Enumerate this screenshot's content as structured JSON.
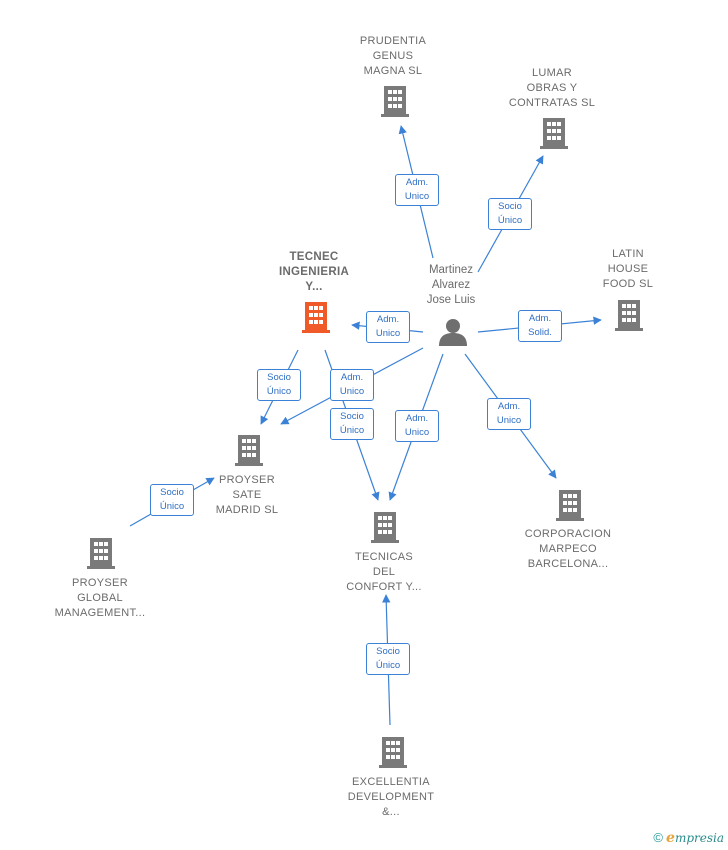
{
  "colors": {
    "edge": "#3b82d6",
    "building": "#7a7a7a",
    "focus": "#f05a28",
    "person": "#6f6f6f",
    "label": "#6b6b6b"
  },
  "person": {
    "label": "Martinez\nAlvarez\nJose Luis",
    "icon": "person-icon"
  },
  "companies": [
    {
      "id": "prudentia",
      "label": "PRUDENTIA\nGENUS\nMAGNA  SL",
      "icon": "building-icon"
    },
    {
      "id": "lumar",
      "label": "LUMAR\nOBRAS Y\nCONTRATAS SL",
      "icon": "building-icon"
    },
    {
      "id": "latin",
      "label": "LATIN\nHOUSE\nFOOD  SL",
      "icon": "building-icon"
    },
    {
      "id": "tecnec",
      "label": "TECNEC\nINGENIERIA\nY...",
      "icon": "building-icon",
      "focus": true
    },
    {
      "id": "proyser_sate",
      "label": "PROYSER\nSATE\nMADRID  SL",
      "icon": "building-icon"
    },
    {
      "id": "proyser_global",
      "label": "PROYSER\nGLOBAL\nMANAGEMENT...",
      "icon": "building-icon"
    },
    {
      "id": "tecnicas",
      "label": "TECNICAS\nDEL\nCONFORT Y...",
      "icon": "building-icon"
    },
    {
      "id": "corporacion",
      "label": "CORPORACION\nMARPECO\nBARCELONA...",
      "icon": "building-icon"
    },
    {
      "id": "excellentia",
      "label": "EXCELLENTIA\nDEVELOPMENT\n&...",
      "icon": "building-icon"
    }
  ],
  "relations": [
    {
      "id": "r1",
      "label": "Adm.\nUnico"
    },
    {
      "id": "r2",
      "label": "Socio\nÚnico"
    },
    {
      "id": "r3",
      "label": "Adm.\nSolid."
    },
    {
      "id": "r4",
      "label": "Adm.\nUnico"
    },
    {
      "id": "r5",
      "label": "Socio\nÚnico"
    },
    {
      "id": "r6",
      "label": "Adm.\nUnico"
    },
    {
      "id": "r7",
      "label": "Socio\nÚnico"
    },
    {
      "id": "r8",
      "label": "Adm.\nUnico"
    },
    {
      "id": "r9",
      "label": "Adm.\nUnico"
    },
    {
      "id": "r10",
      "label": "Socio\nÚnico"
    },
    {
      "id": "r11",
      "label": "Socio\nÚnico"
    }
  ],
  "footer": {
    "copyright": "©",
    "brand_initial": "e",
    "brand_rest": "mpresia"
  }
}
